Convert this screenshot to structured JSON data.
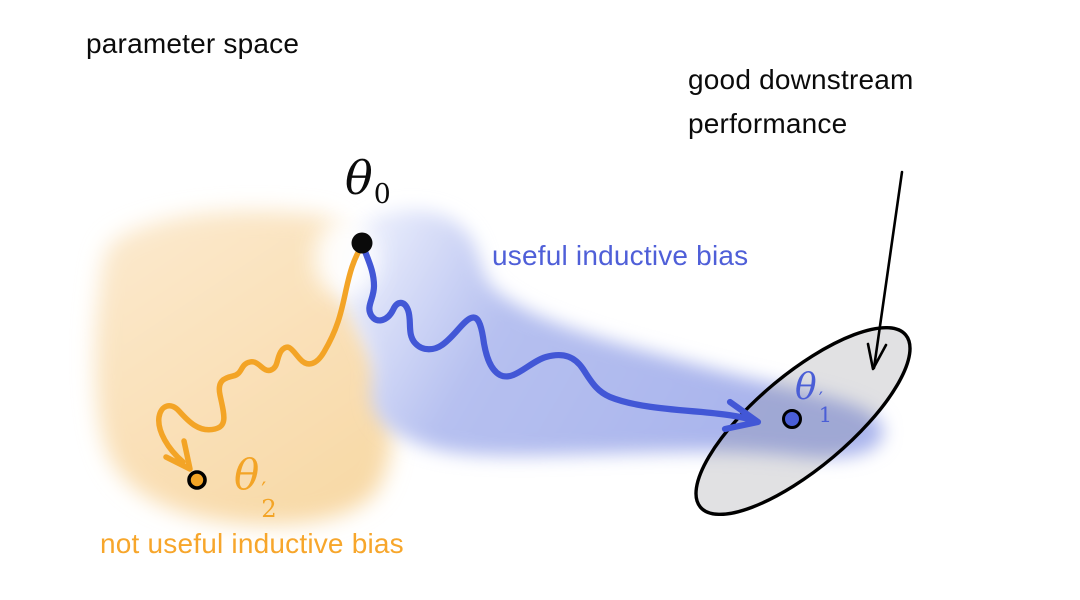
{
  "labels": {
    "parameter_space": "parameter space",
    "good_downstream_line1": "good downstream",
    "good_downstream_line2": "performance",
    "useful_bias": "useful inductive bias",
    "not_useful_bias": "not useful inductive bias"
  },
  "points": {
    "theta0": {
      "symbol": "θ",
      "subscript": "0"
    },
    "theta1_prime": {
      "symbol": "θ",
      "prime": "′",
      "subscript": "1"
    },
    "theta2_prime": {
      "symbol": "θ",
      "prime": "′",
      "subscript": "2"
    }
  },
  "colors": {
    "blue_line": "#4257d6",
    "blue_text": "#4f5fd8",
    "blue_dot_fill": "#4a5ed6",
    "blue_region": "#aeb9ee",
    "orange_line": "#f3a426",
    "orange_text": "#f7a62b",
    "orange_region": "#f9deb0",
    "ellipse_fill": "#dcdcde",
    "ellipse_stroke": "#000000",
    "ink": "#000000",
    "background": "#ffffff"
  }
}
